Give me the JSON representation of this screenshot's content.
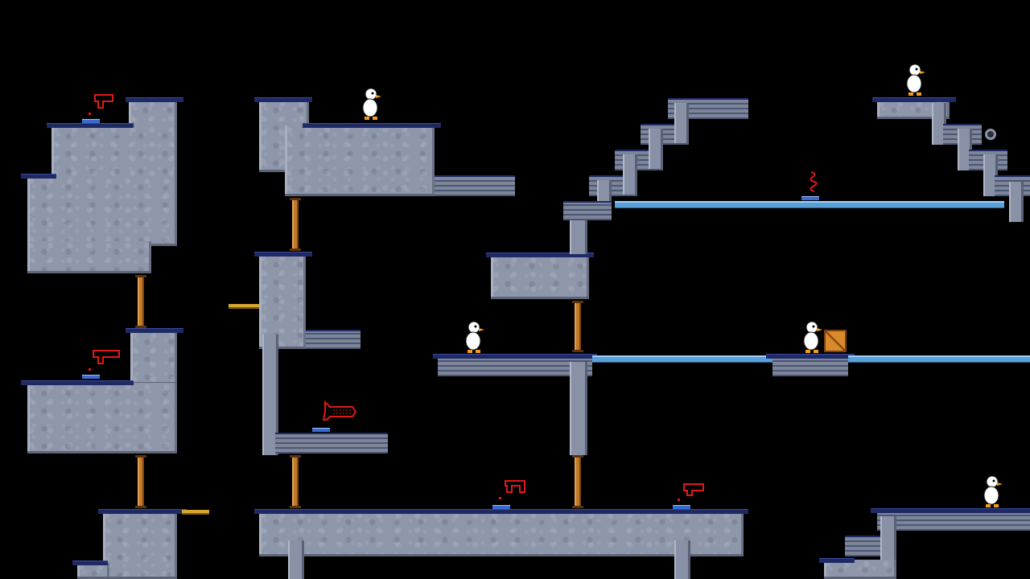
{
  "scene": {
    "name": "duck-game-arena",
    "background": "#000000",
    "colors": {
      "rock": "#8e96a9",
      "platform_cap": "#1e2a66",
      "bridge": "#5aa0d8",
      "post": "#c27a2a",
      "weapon": "#e01818",
      "duck_body": "#ffffff",
      "duck_beak": "#f39c1e",
      "crate": "#d98a2a"
    }
  },
  "entities": {
    "ducks": [
      {
        "id": "duck-1",
        "facing": "right"
      },
      {
        "id": "duck-2",
        "facing": "right"
      },
      {
        "id": "duck-3",
        "facing": "right"
      },
      {
        "id": "duck-4",
        "facing": "right"
      },
      {
        "id": "duck-5",
        "facing": "right"
      }
    ],
    "weapons": [
      {
        "id": "pistol-1",
        "kind": "pistol-icon"
      },
      {
        "id": "pistol-2",
        "kind": "pistol-icon"
      },
      {
        "id": "ray-gun-1",
        "kind": "ray-gun-icon"
      },
      {
        "id": "pistol-3",
        "kind": "pistol-icon"
      },
      {
        "id": "pistol-4",
        "kind": "pistol-icon"
      },
      {
        "id": "spring-1",
        "kind": "spring-icon"
      }
    ],
    "items": [
      {
        "id": "crate-1",
        "kind": "crate-icon"
      },
      {
        "id": "mine-1",
        "kind": "mine-icon"
      }
    ]
  }
}
